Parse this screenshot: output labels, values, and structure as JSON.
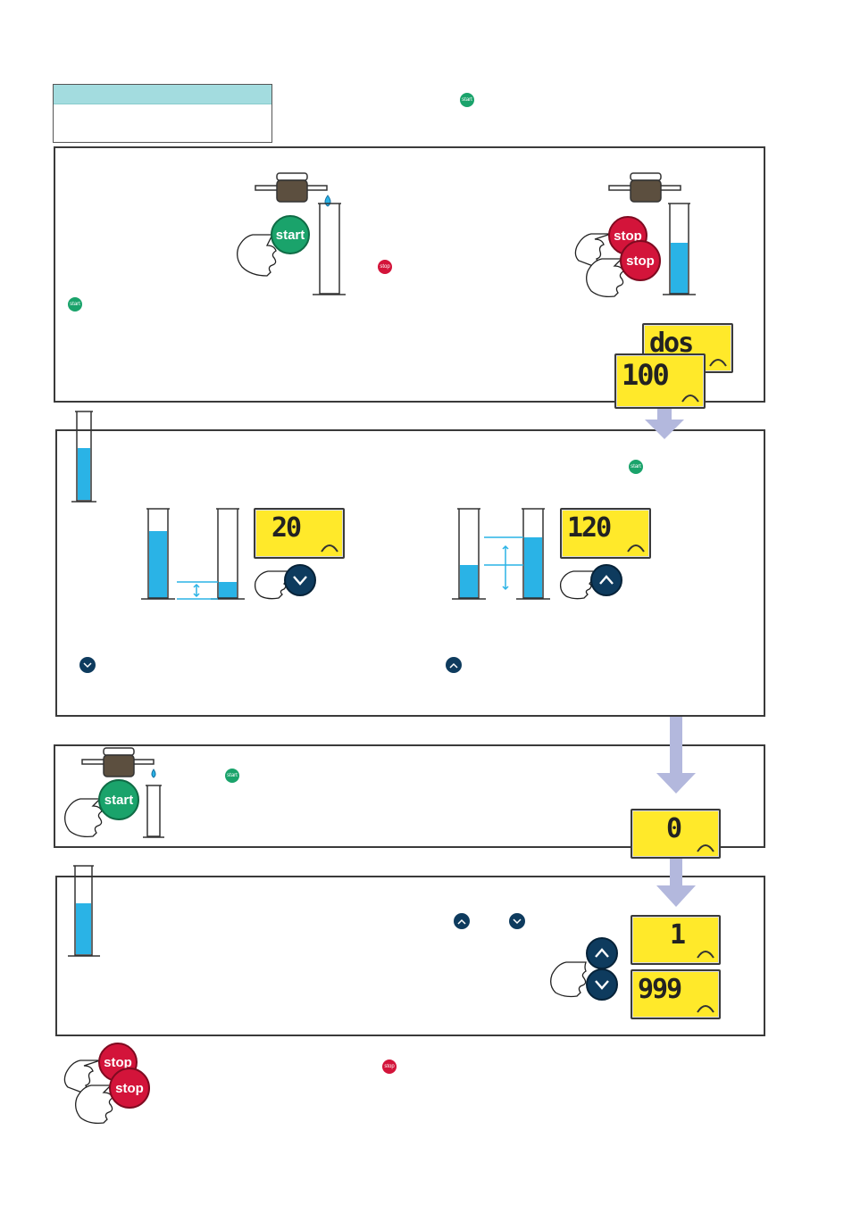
{
  "buttons": {
    "start": "start",
    "stop": "stop"
  },
  "displays": {
    "mode": "dos",
    "initial": "100",
    "decrease": "20",
    "increase": "120",
    "zero": "0",
    "min": "1",
    "max": "999"
  },
  "colors": {
    "start": "#1aa36b",
    "stop": "#d3143a",
    "nav": "#0e3b5e",
    "lcd": "#ffe92a",
    "liquid": "#2ab3e6",
    "arrow": "#b3b8dd",
    "header_band": "#a3dcdf"
  },
  "icons": {
    "down": "chevron-down-icon",
    "up": "chevron-up-icon",
    "hand": "pointing-hand-icon",
    "pump": "pump-head-icon",
    "cylinder": "measuring-cylinder-icon",
    "drop": "drop-icon"
  }
}
